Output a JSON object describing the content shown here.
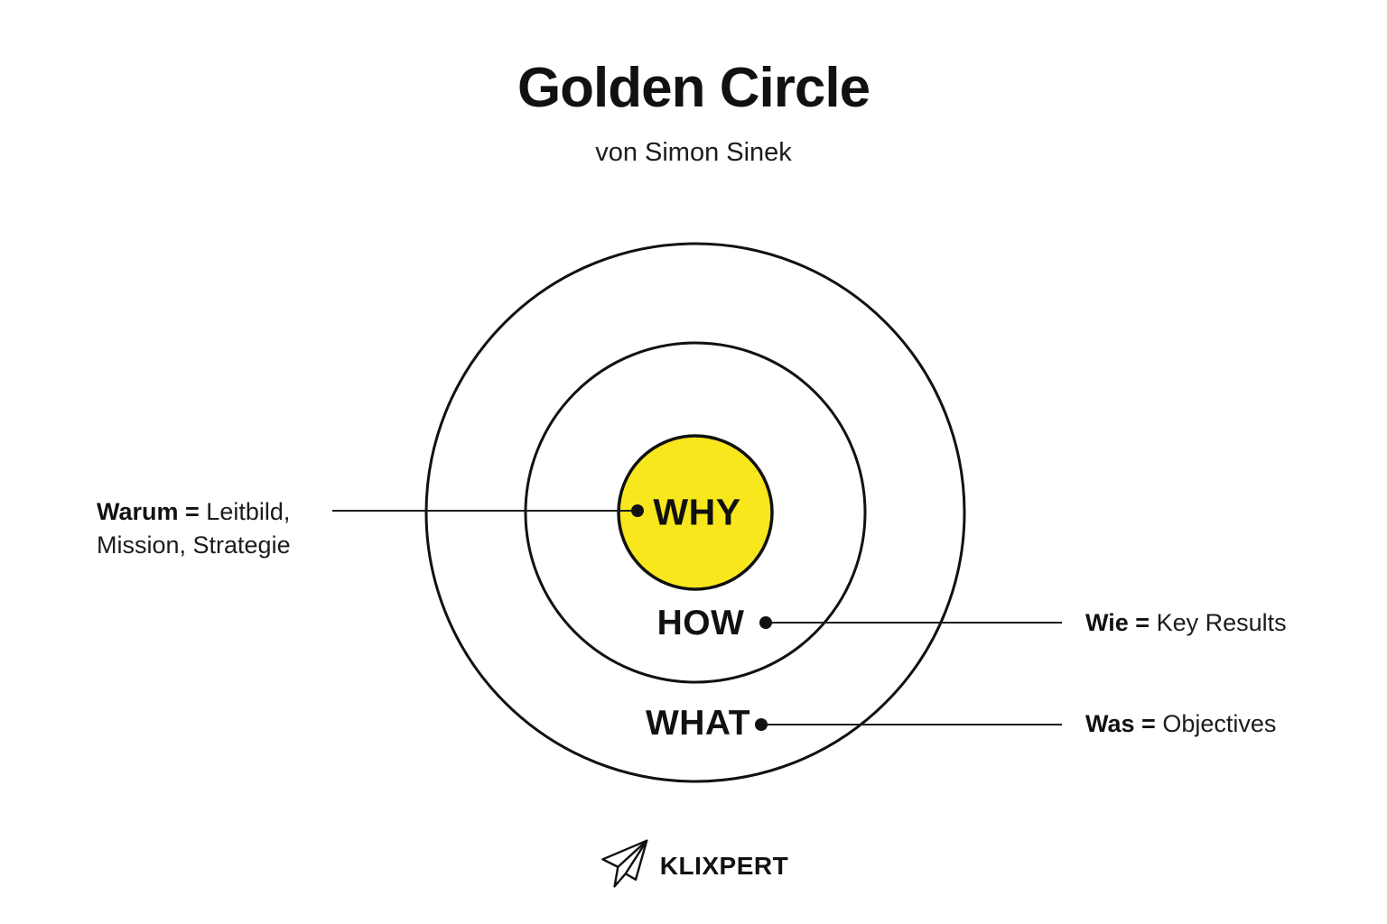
{
  "header": {
    "title": "Golden Circle",
    "subtitle": "von Simon Sinek"
  },
  "diagram": {
    "type": "concentric-circles",
    "rings": [
      {
        "label": "WHY",
        "fill": "#F8E71C",
        "level": "inner"
      },
      {
        "label": "HOW",
        "fill": "#FFFFFF",
        "level": "middle"
      },
      {
        "label": "WHAT",
        "fill": "#FFFFFF",
        "level": "outer"
      }
    ],
    "why_label": "WHY",
    "how_label": "HOW",
    "what_label": "WHAT"
  },
  "annotations": {
    "warum": {
      "term": "Warum =",
      "line1": "Leitbild,",
      "line2": "Mission, Strategie",
      "target": "WHY"
    },
    "wie": {
      "term": "Wie =",
      "definition": "Key Results",
      "target": "HOW"
    },
    "was": {
      "term": "Was =",
      "definition": "Objectives",
      "target": "WHAT"
    }
  },
  "footer": {
    "brand": "KLIXPERT"
  },
  "colors": {
    "accent_yellow": "#F8E71C",
    "ink": "#111111",
    "background": "#FFFFFF"
  }
}
